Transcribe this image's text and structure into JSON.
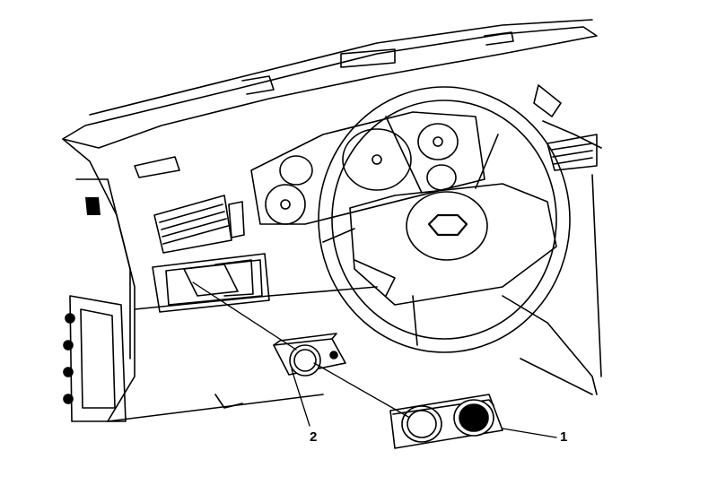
{
  "diagram": {
    "callouts": [
      {
        "id": "1",
        "label": "1"
      },
      {
        "id": "2",
        "label": "2"
      }
    ],
    "line_color": "#000000",
    "fill_color": "#ffffff"
  }
}
